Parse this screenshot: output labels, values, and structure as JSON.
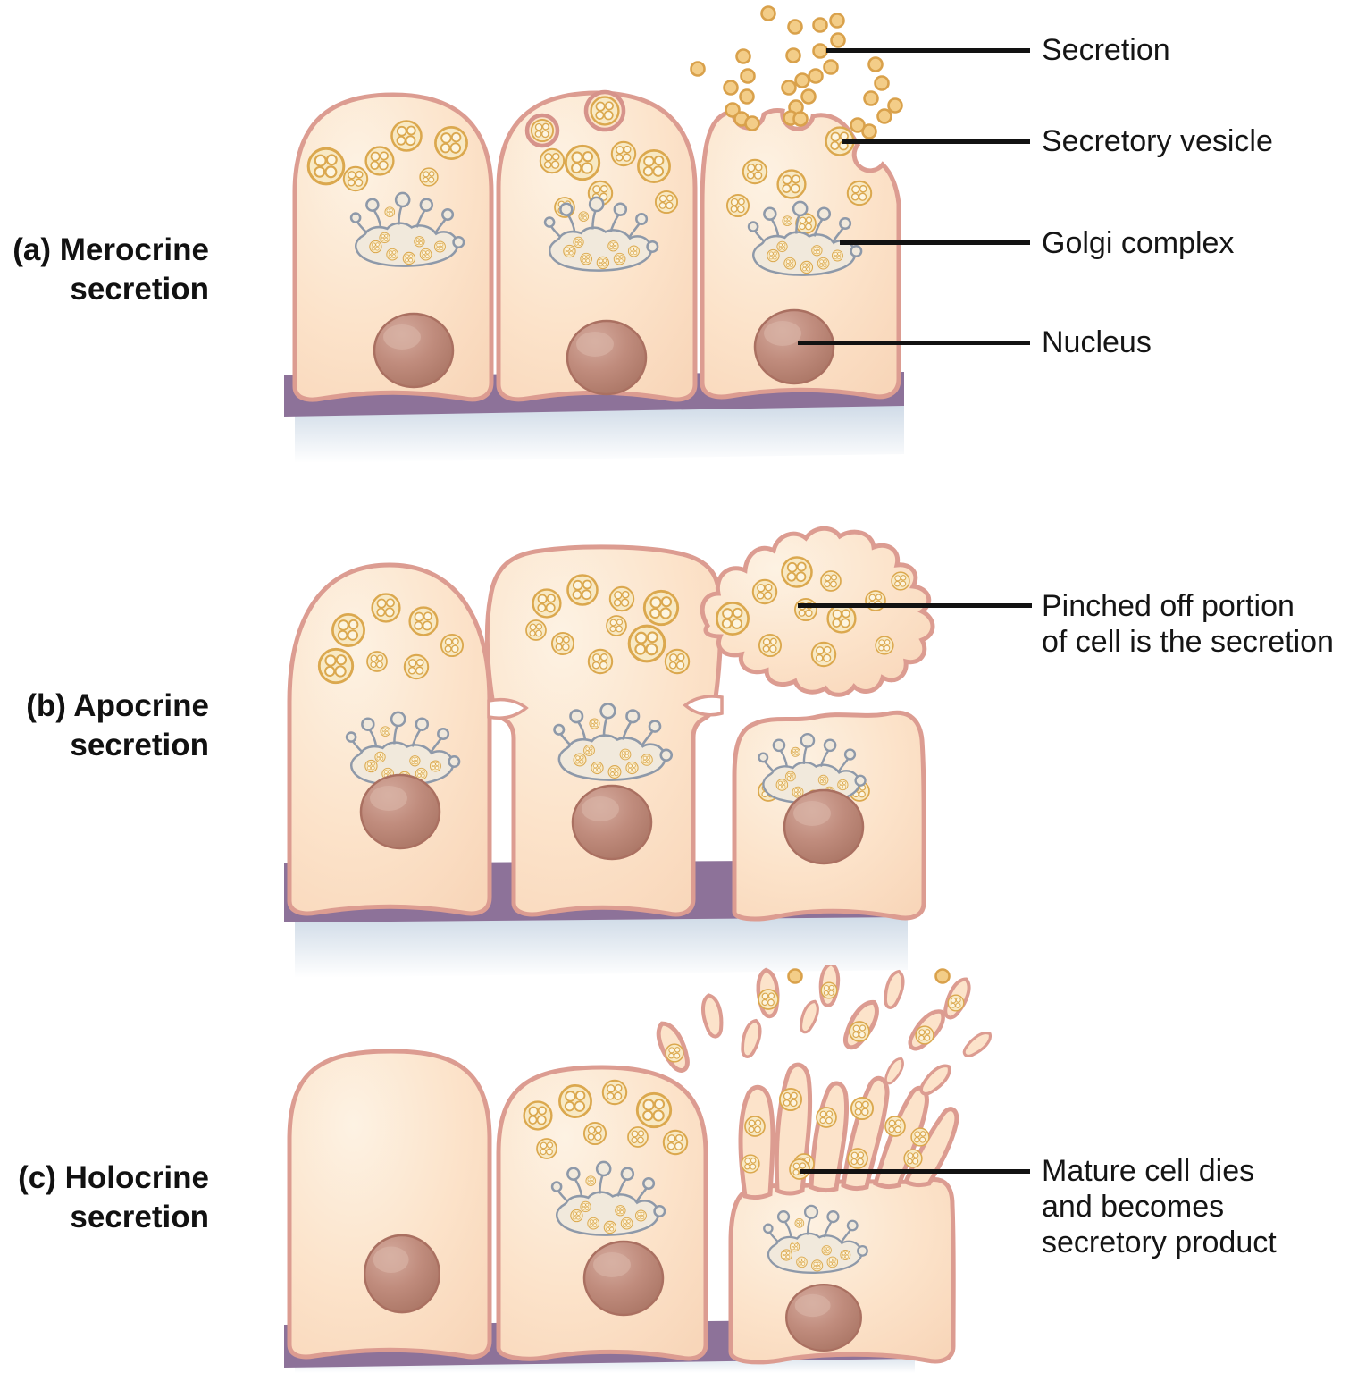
{
  "figure": {
    "panels": [
      {
        "id": "a",
        "label_line1": "(a) Merocrine",
        "label_line2": "secretion",
        "annotations": [
          {
            "text": "Secretion"
          },
          {
            "text": "Secretory vesicle"
          },
          {
            "text": "Golgi complex"
          },
          {
            "text": "Nucleus"
          }
        ]
      },
      {
        "id": "b",
        "label_line1": "(b) Apocrine",
        "label_line2": "secretion",
        "annotations": [
          {
            "line1": "Pinched off portion",
            "line2": "of cell is the secretion"
          }
        ]
      },
      {
        "id": "c",
        "label_line1": "(c) Holocrine",
        "label_line2": "secretion",
        "annotations": [
          {
            "line1": "Mature cell dies",
            "line2": "and becomes",
            "line3": "secretory product"
          }
        ]
      }
    ],
    "colors": {
      "cell_fill": "#fce3ca",
      "cell_stroke": "#dc9c91",
      "vesicle_ring": "#dba84e",
      "vesicle_fill": "#f8e9c4",
      "golgi_outline": "#8e99a9",
      "nucleus": "#c08c7d",
      "basement_membrane": "#8d7299",
      "underlayer_blue": "#d3dde9",
      "leader_line": "#121212",
      "text": "#151515"
    }
  }
}
